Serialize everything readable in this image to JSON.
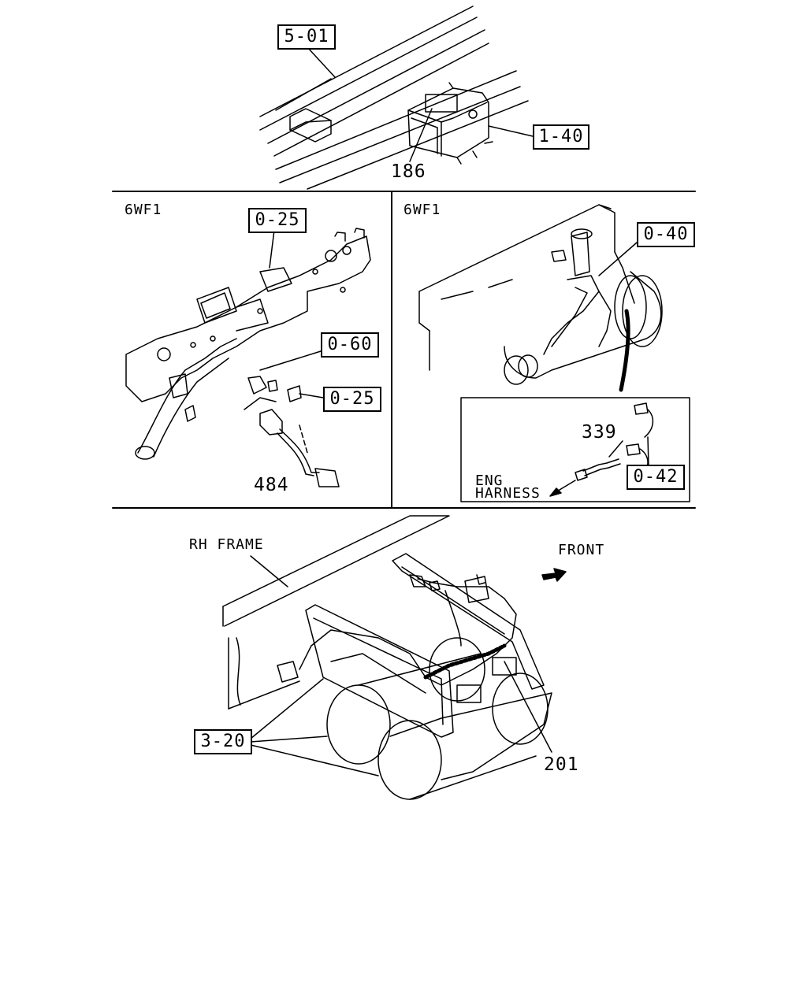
{
  "top_panel": {
    "ref_frame": "5-01",
    "ref_tank": "1-40",
    "part_number": "186"
  },
  "middle_left_panel": {
    "engine_code": "6WF1",
    "ref_top": "0-25",
    "ref_middle": "0-60",
    "ref_bolt": "0-25",
    "part_number": "484"
  },
  "middle_right_panel": {
    "engine_code": "6WF1",
    "ref_top": "0-40",
    "part_number": "339",
    "ref_connector": "0-42",
    "harness_label_line1": "ENG",
    "harness_label_line2": "HARNESS"
  },
  "bottom_panel": {
    "frame_label": "RH FRAME",
    "direction_label": "FRONT",
    "ref_tanks": "3-20",
    "part_number": "201"
  }
}
